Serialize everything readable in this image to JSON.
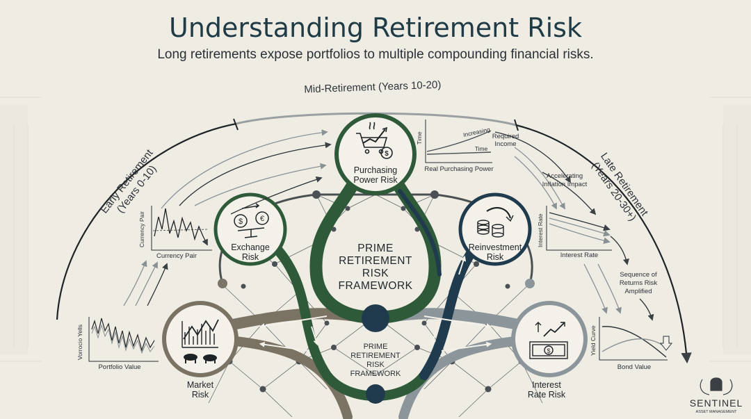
{
  "title": "Understanding Retirement Risk",
  "subtitle": "Long retirements expose portfolios to multiple compounding financial risks.",
  "timeline": {
    "early": [
      "Early Retirement",
      "(Years 0-10)"
    ],
    "mid": "Mid-Retirement (Years 10-20)",
    "late": [
      "Late Retirement",
      "(Years 20-30+)"
    ]
  },
  "framework": {
    "upper": [
      "PRIME",
      "RETIREMENT",
      "RISK",
      "FRAMEWORK"
    ],
    "lower": [
      "PRIME",
      "RETIREMENT",
      "RISK",
      "FRAMEWORK"
    ]
  },
  "nodes": {
    "purchasing": [
      "Purchasing",
      "Power Risk"
    ],
    "exchange": [
      "Exchange",
      "Risk"
    ],
    "reinvestment": [
      "Reinvestment",
      "Risk"
    ],
    "market": [
      "Market",
      "Risk"
    ],
    "interest": [
      "Interest",
      "Rate Risk"
    ]
  },
  "charts": {
    "currency": {
      "ylabel": "Currency Pair",
      "xlabel": "Currency Pair"
    },
    "portfolio": {
      "ylabel": "Vorrocio Yells",
      "xlabel": "Portfolio Value"
    },
    "purchasing": {
      "ylabel": "Time",
      "line_top": "Increasing",
      "line_bottom": "Time",
      "xlabel": "Real Purchasing Power"
    },
    "interest": {
      "ylabel": "Interest Rate",
      "xlabel": "Interest Rate"
    },
    "bond": {
      "ylabel": "Yield Curve",
      "xlabel": "Bond Value"
    }
  },
  "annotations": {
    "required_income": [
      "Required",
      "Income"
    ],
    "accelerating": [
      "Accelerating",
      "Inflation Impact"
    ],
    "sequence": [
      "Sequence of",
      "Returns Risk",
      "Amplified"
    ]
  },
  "brand": {
    "name": "SENTINEL",
    "tagline": "ASSET MANAGEMENT"
  },
  "colors": {
    "green": "#2e5a3a",
    "navy": "#1f3b4d",
    "taupe": "#7a7262",
    "slate": "#8c969a",
    "ink": "#1e2326"
  }
}
